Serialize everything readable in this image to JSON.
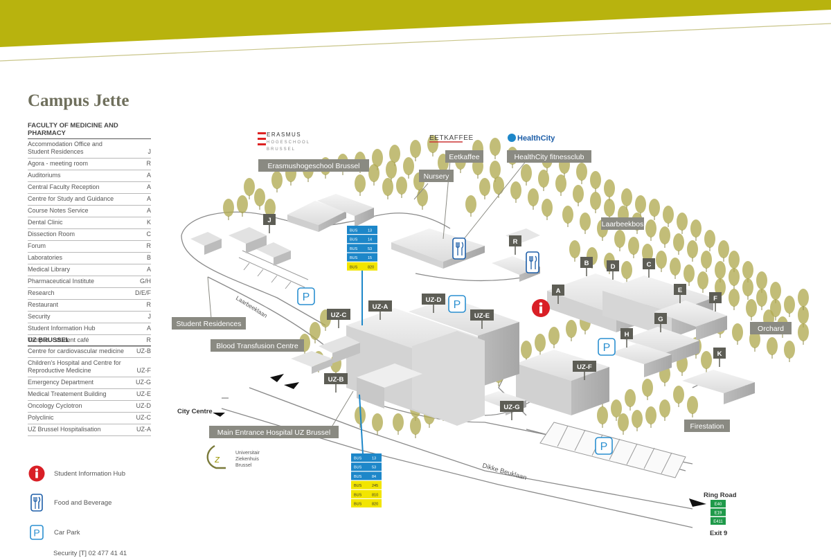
{
  "title": "Campus Jette",
  "faculty": {
    "heading": "FACULTY OF MEDICINE AND PHARMACY",
    "rows": [
      {
        "name": "Accommodation Office and",
        "name2": "Student Residences",
        "code": "J"
      },
      {
        "name": "Agora - meeting room",
        "code": "R"
      },
      {
        "name": "Auditoriums",
        "code": "A"
      },
      {
        "name": "Central Faculty Reception",
        "code": "A"
      },
      {
        "name": "Centre for Study and Guidance",
        "code": "A"
      },
      {
        "name": "Course Notes Service",
        "code": "A"
      },
      {
        "name": "Dental Clinic",
        "code": "K"
      },
      {
        "name": "Dissection Room",
        "code": "C"
      },
      {
        "name": "Forum",
        "code": "R"
      },
      {
        "name": "Laboratories",
        "code": "B"
      },
      {
        "name": "Medical Library",
        "code": "A"
      },
      {
        "name": "Pharmaceutical Institute",
        "code": "G/H"
      },
      {
        "name": "Research",
        "code": "D/E/F"
      },
      {
        "name": "Restaurant",
        "code": "R"
      },
      {
        "name": "Security",
        "code": "J"
      },
      {
        "name": "Student Information Hub",
        "code": "A"
      },
      {
        "name": "Tempus - student café",
        "code": "R"
      }
    ]
  },
  "uz": {
    "heading": "UZ BRUSSEL",
    "rows": [
      {
        "name": "Centre for cardiovascular medicine",
        "code": "UZ-B"
      },
      {
        "name": "Children's Hospital and Centre for",
        "name2": "Reproductive Medicine",
        "code": "UZ-F"
      },
      {
        "name": "Emergency Department",
        "code": "UZ-G"
      },
      {
        "name": "Medical Treatement Building",
        "code": "UZ-E"
      },
      {
        "name": "Oncology Cyclotron",
        "code": "UZ-D"
      },
      {
        "name": "Polyclinic",
        "code": "UZ-C"
      },
      {
        "name": "UZ Brussel Hospitalisation",
        "code": "UZ-A"
      }
    ]
  },
  "key": {
    "info": "Student Information Hub",
    "food": "Food and Beverage",
    "park": "Car Park",
    "security": "Security [T] 02 477 41 41"
  },
  "map": {
    "place_labels": {
      "erasmus": "Erasmushogeschool Brussel",
      "nursery": "Nursery",
      "eetkaffee": "Eetkaffee",
      "healthcity": "HealthCity fitnessclub",
      "laarbeekbos": "Laarbeekbos",
      "residences": "Student Residences",
      "blood": "Blood Transfusion Centre",
      "main_entrance": "Main Entrance Hospital UZ Brussel",
      "orchard": "Orchard",
      "firestation": "Firestation"
    },
    "streets": {
      "laarbeeklaan": "Laarbeeklaan",
      "dikke": "Dikke Beuklaan"
    },
    "directions": {
      "city_centre": "City Centre",
      "ring_road": "Ring Road",
      "exit": "Exit 9"
    },
    "exit_shields": [
      "E40",
      "E19",
      "E411"
    ],
    "building_codes": {
      "J": "J",
      "R": "R",
      "A": "A",
      "B": "B",
      "C": "C",
      "D": "D",
      "E": "E",
      "F": "F",
      "G": "G",
      "H": "H",
      "K": "K",
      "uza": "UZ-A",
      "uzb": "UZ-B",
      "uzc": "UZ-C",
      "uzd": "UZ-D",
      "uze": "UZ-E",
      "uzf": "UZ-F",
      "uzg": "UZ-G"
    },
    "bus_stop_top": [
      {
        "bus": "BUS",
        "line": "13"
      },
      {
        "bus": "BUS",
        "line": "14"
      },
      {
        "bus": "BUS",
        "line": "53"
      },
      {
        "bus": "BUS",
        "line": "15"
      },
      {
        "bus": "BUS",
        "line": "820"
      }
    ],
    "bus_stop_bottom": [
      {
        "bus": "BUS",
        "line": "13"
      },
      {
        "bus": "BUS",
        "line": "53"
      },
      {
        "bus": "BUS",
        "line": "84"
      },
      {
        "bus": "BUS",
        "line": "245"
      },
      {
        "bus": "BUS",
        "line": "810"
      },
      {
        "bus": "BUS",
        "line": "820"
      }
    ],
    "logos": {
      "erasmus_l1": "ERASMUS",
      "erasmus_l2": "HOGESCHOOL",
      "erasmus_l3": "BRUSSEL",
      "eetkaffee": "EETKAFFEE",
      "healthcity": "HealthCity",
      "uz_l1": "Universitair",
      "uz_l2": "Ziekenhuis",
      "uz_l3": "Brussel"
    }
  },
  "colors": {
    "band": "#b8b30e",
    "label_box": "#8a8a82",
    "parking": "#2a8fd0",
    "info": "#d91f26",
    "bus_blue": "#1d87c9",
    "bus_yellow": "#f2e500",
    "shield_green": "#1f9a4a",
    "tree": "#b1ab52"
  }
}
